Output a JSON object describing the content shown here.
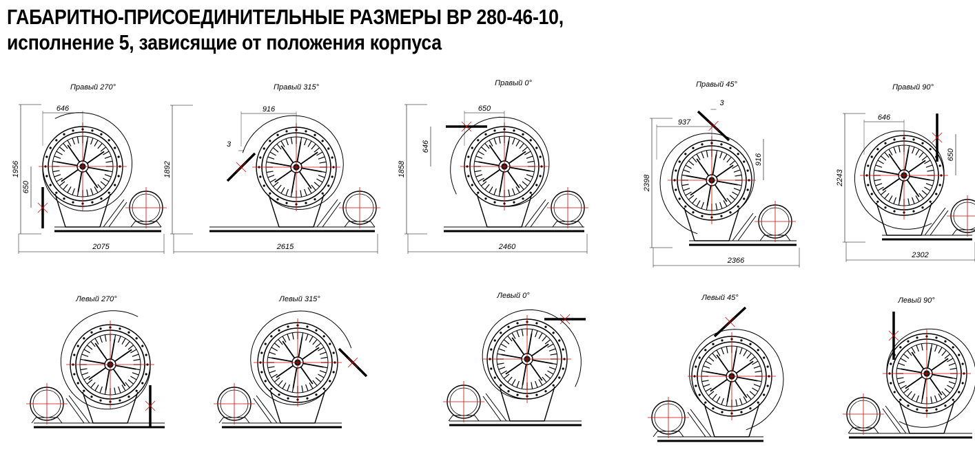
{
  "title": {
    "line1": "ГАБАРИТНО-ПРИСОЕДИНИТЕЛЬНЫЕ РАЗМЕРЫ ВР 280-46-10,",
    "line2": "исполнение 5, зависящие от положения корпуса"
  },
  "views": [
    {
      "id": "right-270",
      "label": "Правый 270°",
      "side": "right",
      "angle": 270,
      "dims": {
        "top": "646",
        "side": "650",
        "height": "1956",
        "width": "2075"
      }
    },
    {
      "id": "right-315",
      "label": "Правый 315°",
      "side": "right",
      "angle": 315,
      "dims": {
        "top": "916",
        "small": "3",
        "height": "1892",
        "width": "2615"
      }
    },
    {
      "id": "right-0",
      "label": "Правый 0°",
      "side": "right",
      "angle": 0,
      "dims": {
        "top": "650",
        "side": "646",
        "height": "1858",
        "width": "2460"
      }
    },
    {
      "id": "right-45",
      "label": "Правый 45°",
      "side": "right",
      "angle": 45,
      "dims": {
        "top": "937",
        "small": "3",
        "side": "916",
        "height": "2398",
        "width": "2366"
      }
    },
    {
      "id": "right-90",
      "label": "Правый 90°",
      "side": "right",
      "angle": 90,
      "dims": {
        "top": "646",
        "side": "650",
        "height": "2243",
        "width": "2302"
      }
    },
    {
      "id": "left-270",
      "label": "Левый 270°",
      "side": "left",
      "angle": 270
    },
    {
      "id": "left-315",
      "label": "Левый 315°",
      "side": "left",
      "angle": 315
    },
    {
      "id": "left-0",
      "label": "Левый 0°",
      "side": "left",
      "angle": 0
    },
    {
      "id": "left-45",
      "label": "Левый 45°",
      "side": "left",
      "angle": 45
    },
    {
      "id": "left-90",
      "label": "Левый 90°",
      "side": "left",
      "angle": 90
    }
  ]
}
